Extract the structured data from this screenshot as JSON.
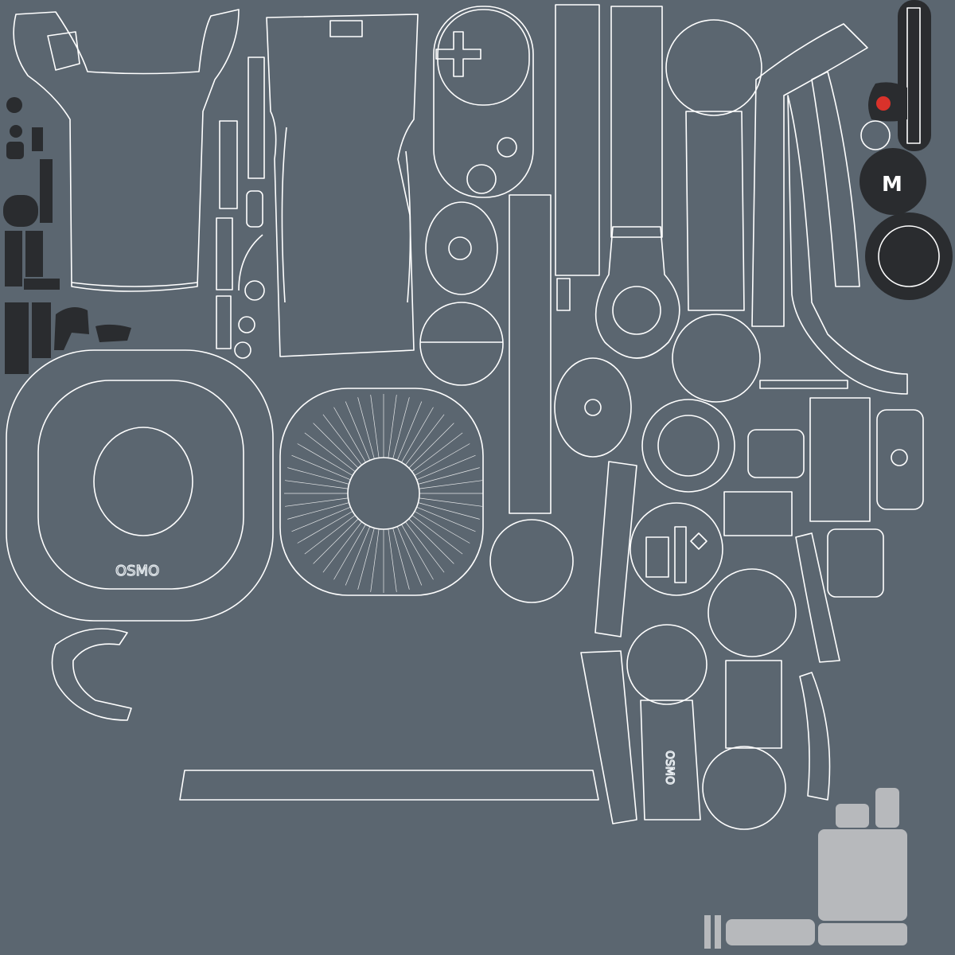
{
  "sheet": {
    "background": "#5b6670",
    "wire_color": "#ffffff",
    "dark_fill": "#2a2c2f",
    "light_fill": "#b7b9bc",
    "accent_red": "#d9322b"
  },
  "labels": {
    "base_logo": "OSMO",
    "handle_logo": "OSMO",
    "badge_letter": "M"
  }
}
